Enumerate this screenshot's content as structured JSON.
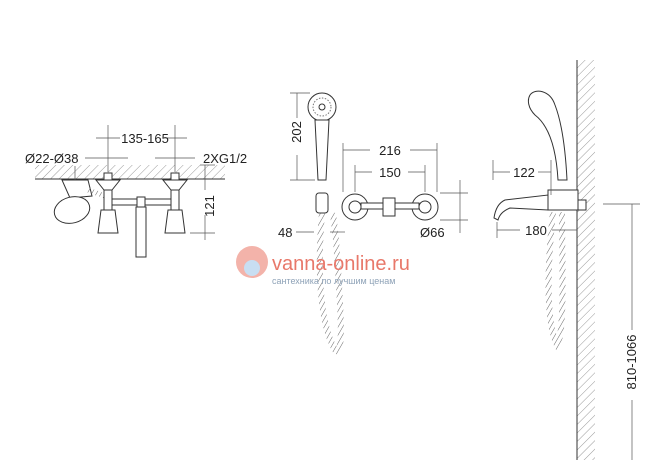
{
  "dimensions": {
    "left_spacing": "135-165",
    "left_diameter": "Ø22-Ø38",
    "left_thread": "2XG1/2",
    "left_height": "121",
    "mid_handshower_length": "202",
    "mid_overall_width": "216",
    "mid_center_distance": "150",
    "mid_holder_offset": "48",
    "mid_flange_diameter": "Ø66",
    "right_handshower_reach": "122",
    "right_spout_reach": "180",
    "right_mount_height": "810-1066"
  },
  "watermark": {
    "site": "vanna-online.ru",
    "tagline": "сантехника по лучшим ценам"
  }
}
